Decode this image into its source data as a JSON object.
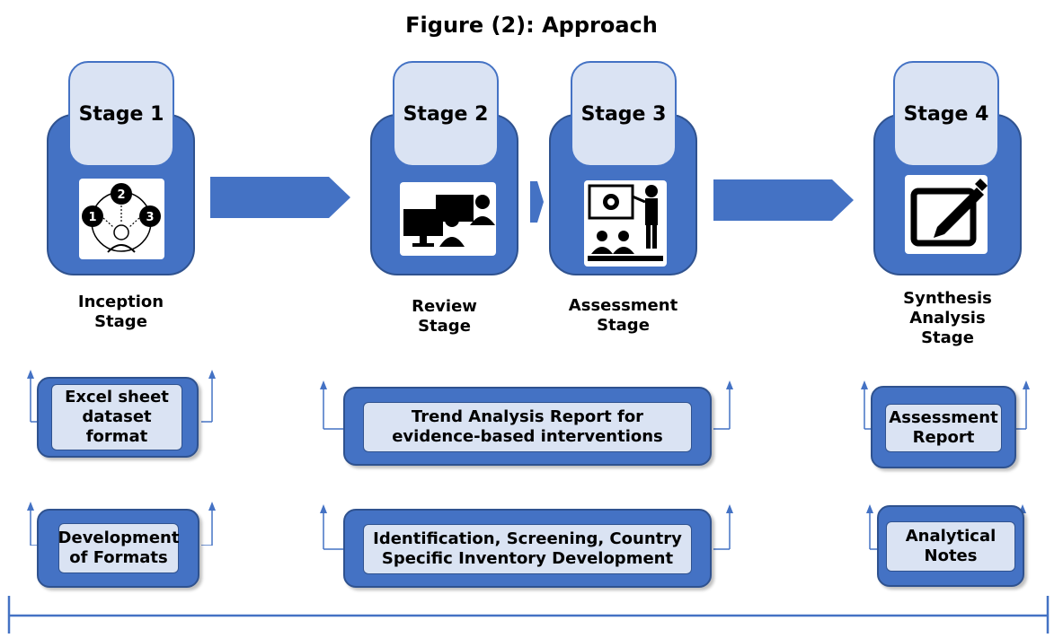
{
  "figure": {
    "title": "Figure (2): Approach"
  },
  "stages": [
    {
      "tab": "Stage 1",
      "caption": "Inception\nStage",
      "icon": "numbered-process-icon"
    },
    {
      "tab": "Stage 2",
      "caption": "Review\nStage",
      "icon": "computer-review-icon"
    },
    {
      "tab": "Stage 3",
      "caption": "Assessment\nStage",
      "icon": "presentation-icon"
    },
    {
      "tab": "Stage 4",
      "caption": "Synthesis\nAnalysis\nStage",
      "icon": "pencil-edit-icon"
    }
  ],
  "outputs": {
    "stage1": [
      "Excel sheet\ndataset\nformat",
      "Development\nof Formats"
    ],
    "stage23": [
      "Trend Analysis Report for\nevidence-based interventions",
      "Identification, Screening, Country\nSpecific Inventory Development"
    ],
    "stage4": [
      "Assessment\nReport",
      "Analytical\nNotes"
    ]
  },
  "colors": {
    "accent": "#4472c4",
    "tab_fill": "#dae3f3",
    "border": "#2f528f"
  }
}
